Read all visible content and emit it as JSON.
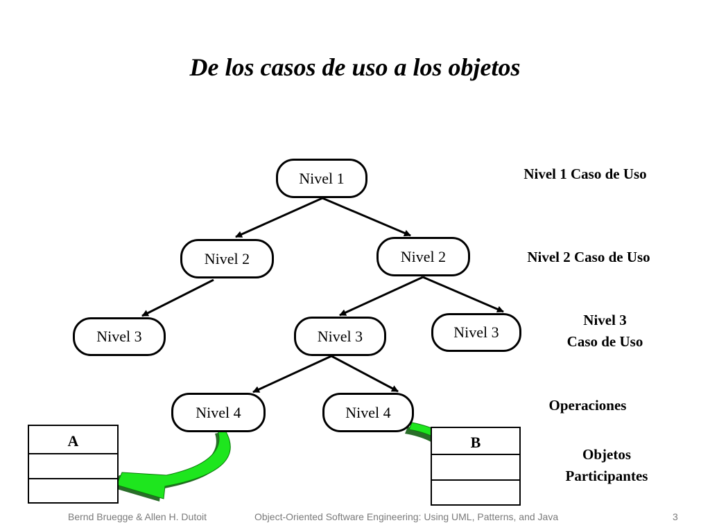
{
  "slide": {
    "title": "De los casos de uso a los objetos"
  },
  "nodes": {
    "level1": "Nivel 1",
    "level2_left": "Nivel 2",
    "level2_right": "Nivel 2",
    "level3_left": "Nivel 3",
    "level3_middle": "Nivel 3",
    "level3_right": "Nivel 3",
    "level4_left": "Nivel 4",
    "level4_right": "Nivel 4"
  },
  "side_labels": {
    "level1": "Nivel 1 Caso de Uso",
    "level2": "Nivel 2 Caso de Uso",
    "level3_line1": "Nivel 3",
    "level3_line2": "Caso de Uso",
    "operations": "Operaciones",
    "objects_line1": "Objetos",
    "objects_line2": "Participantes"
  },
  "objects": {
    "a": "A",
    "b": "B"
  },
  "footer": {
    "authors": "Bernd Bruegge & Allen H. Dutoit",
    "book": "Object-Oriented Software Engineering: Using UML, Patterns, and Java",
    "page_number": "3"
  },
  "colors": {
    "curved_arrow_fill": "#1ee61e",
    "curved_arrow_shadow": "#2a6e2a"
  }
}
